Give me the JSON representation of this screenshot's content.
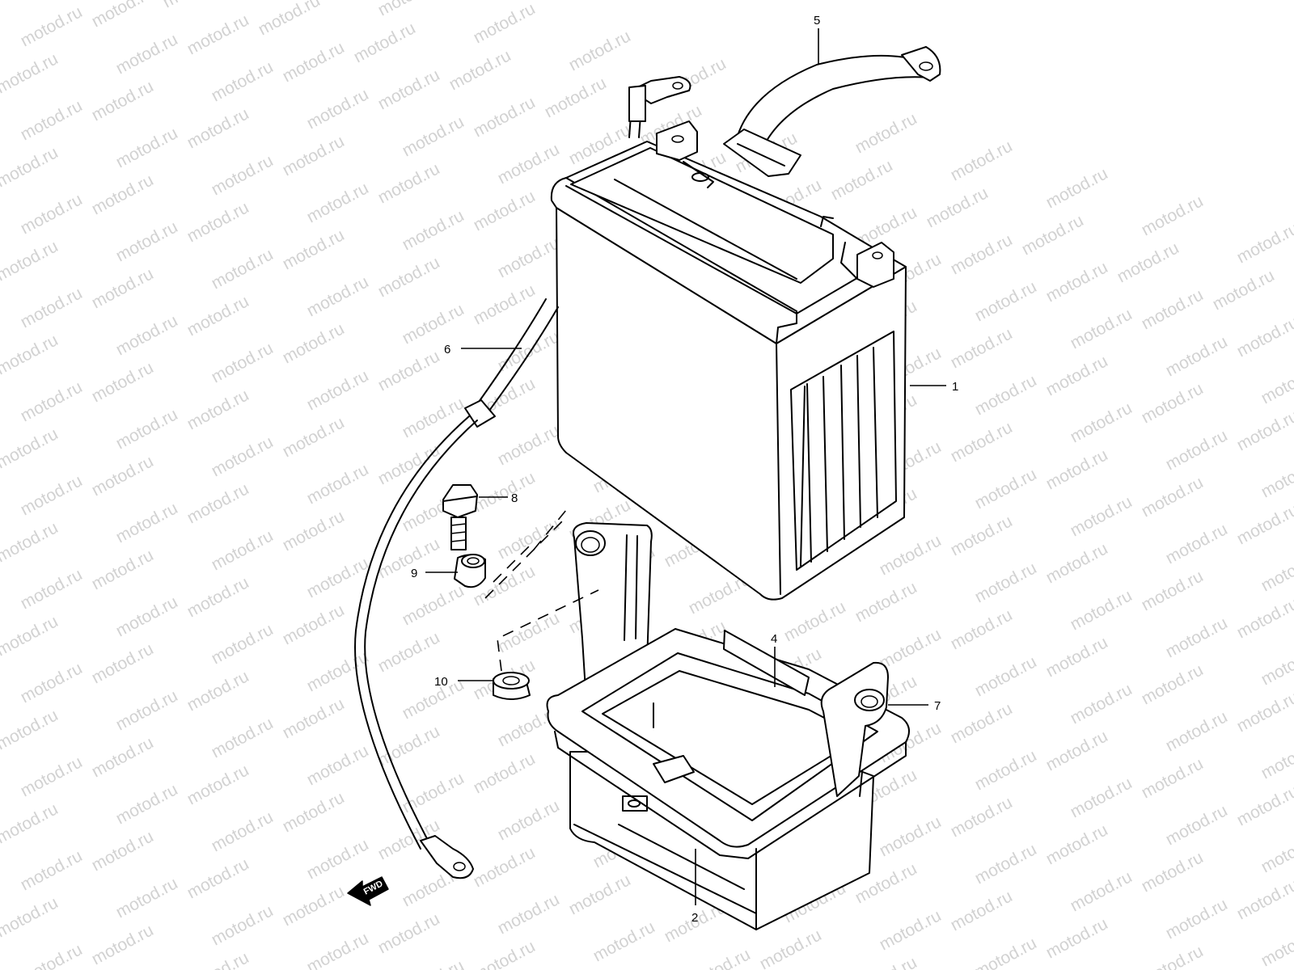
{
  "watermark": {
    "text": "motod.ru"
  },
  "parts": [
    {
      "number": "1",
      "part": "battery"
    },
    {
      "number": "2",
      "part": "battery-holder"
    },
    {
      "number": "4",
      "part": "battery-holder-inner"
    },
    {
      "number": "5",
      "part": "battery-band"
    },
    {
      "number": "6",
      "part": "battery-cable"
    },
    {
      "number": "7",
      "part": "holder-bracket"
    },
    {
      "number": "8",
      "part": "bolt"
    },
    {
      "number": "9",
      "part": "grommet"
    },
    {
      "number": "10",
      "part": "collar"
    }
  ],
  "direction": {
    "label": "FWD"
  },
  "colors": {
    "line": "#000000",
    "background": "#ffffff",
    "watermark": "#d2d2d2"
  }
}
